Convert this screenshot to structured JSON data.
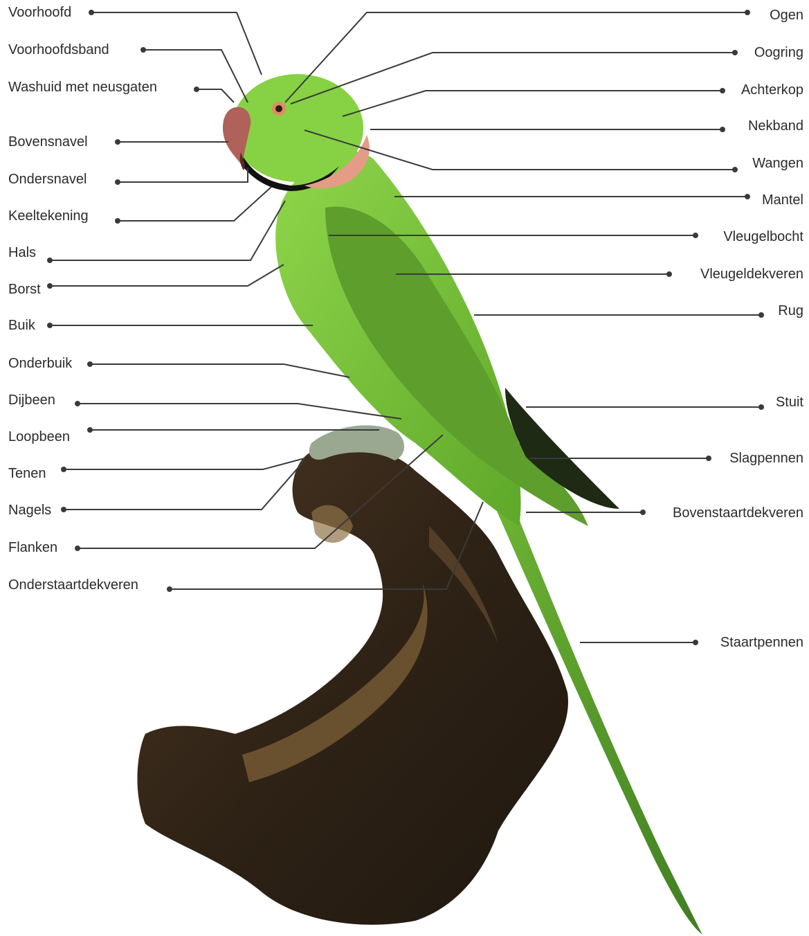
{
  "diagram": {
    "left_labels": [
      {
        "id": "voorhoofd",
        "text": "Voorhoofd"
      },
      {
        "id": "voorhoofdsband",
        "text": "Voorhoofdsband"
      },
      {
        "id": "washuid",
        "text": "Washuid met neusgaten"
      },
      {
        "id": "bovensnavel",
        "text": "Bovensnavel"
      },
      {
        "id": "ondersnavel",
        "text": "Ondersnavel"
      },
      {
        "id": "keeltekening",
        "text": "Keeltekening"
      },
      {
        "id": "hals",
        "text": "Hals"
      },
      {
        "id": "borst",
        "text": "Borst"
      },
      {
        "id": "buik",
        "text": "Buik"
      },
      {
        "id": "onderbuik",
        "text": "Onderbuik"
      },
      {
        "id": "dijbeen",
        "text": "Dijbeen"
      },
      {
        "id": "loopbeen",
        "text": "Loopbeen"
      },
      {
        "id": "tenen",
        "text": "Tenen"
      },
      {
        "id": "nagels",
        "text": "Nagels"
      },
      {
        "id": "flanken",
        "text": "Flanken"
      },
      {
        "id": "onderstaartdekveren",
        "text": "Onderstaartdekveren"
      }
    ],
    "right_labels": [
      {
        "id": "ogen",
        "text": "Ogen"
      },
      {
        "id": "oogring",
        "text": "Oogring"
      },
      {
        "id": "achterkop",
        "text": "Achterkop"
      },
      {
        "id": "nekband",
        "text": "Nekband"
      },
      {
        "id": "wangen",
        "text": "Wangen"
      },
      {
        "id": "mantel",
        "text": "Mantel"
      },
      {
        "id": "vleugelbocht",
        "text": "Vleugelbocht"
      },
      {
        "id": "vleugeldekveren",
        "text": "Vleugeldekveren"
      },
      {
        "id": "rug",
        "text": "Rug"
      },
      {
        "id": "stuit",
        "text": "Stuit"
      },
      {
        "id": "slagpennen",
        "text": "Slagpennen"
      },
      {
        "id": "bovenstaartdekveren",
        "text": "Bovenstaartdekveren"
      },
      {
        "id": "staartpennen",
        "text": "Staartpennen"
      }
    ],
    "colors": {
      "leader_line": "#3a3a3a",
      "plumage_green": "#7cc63a",
      "wing_green": "#5f9e2c",
      "neck_ring": "#e8a08a",
      "beak": "#b0615a",
      "wood_dark": "#3a2a1c",
      "wood_light": "#8a6a40"
    }
  }
}
